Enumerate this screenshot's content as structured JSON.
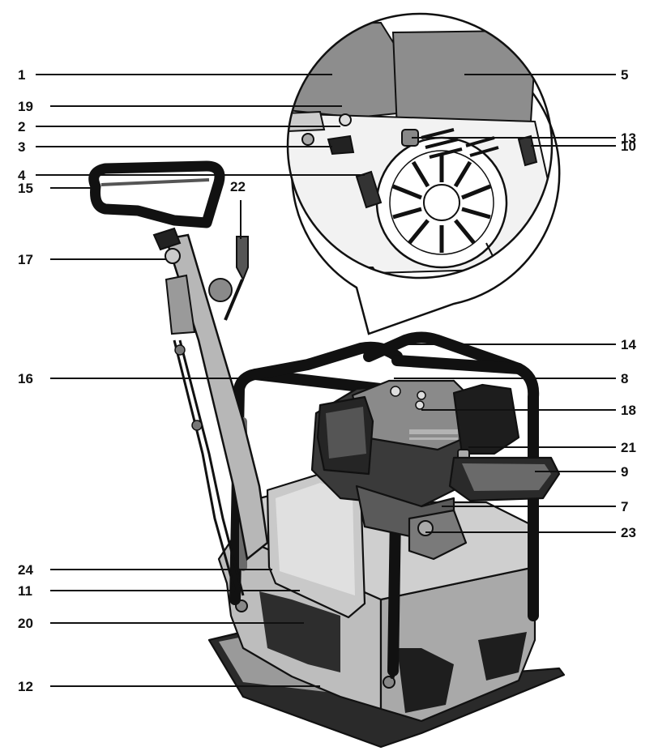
{
  "diagram": {
    "callouts": [
      {
        "id": "c1",
        "label": "1"
      },
      {
        "id": "c19",
        "label": "19"
      },
      {
        "id": "c2",
        "label": "2"
      },
      {
        "id": "c3",
        "label": "3"
      },
      {
        "id": "c4",
        "label": "4"
      },
      {
        "id": "c15",
        "label": "15"
      },
      {
        "id": "c22",
        "label": "22"
      },
      {
        "id": "c17",
        "label": "17"
      },
      {
        "id": "c16",
        "label": "16"
      },
      {
        "id": "c24",
        "label": "24"
      },
      {
        "id": "c11",
        "label": "11"
      },
      {
        "id": "c20",
        "label": "20"
      },
      {
        "id": "c12",
        "label": "12"
      },
      {
        "id": "c5",
        "label": "5"
      },
      {
        "id": "c13",
        "label": "13"
      },
      {
        "id": "c10",
        "label": "10"
      },
      {
        "id": "c14",
        "label": "14"
      },
      {
        "id": "c8",
        "label": "8"
      },
      {
        "id": "c18",
        "label": "18"
      },
      {
        "id": "c21",
        "label": "21"
      },
      {
        "id": "c9",
        "label": "9"
      },
      {
        "id": "c7",
        "label": "7"
      },
      {
        "id": "c23",
        "label": "23"
      }
    ]
  },
  "colors": {
    "line": "#111111",
    "metal_light": "#c8c8c8",
    "metal_mid": "#a9a9a9",
    "metal_dark": "#7a7a7a",
    "black_part": "#1d1d1d",
    "detail_bg": "#ffffff"
  },
  "icons": [
    "plate-compactor-illustration",
    "engine-detail-magnifier"
  ]
}
